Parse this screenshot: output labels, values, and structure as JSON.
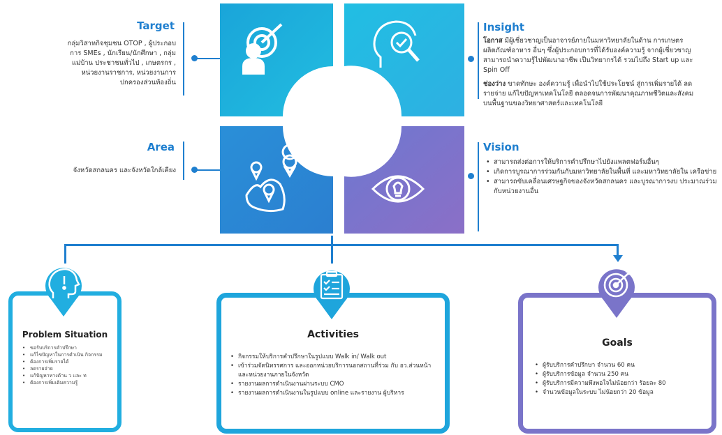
{
  "target": {
    "title": "Target",
    "lines": [
      "กลุ่มวิสาหกิจชุมชน OTOP , ผู้ประกอบ",
      "การ SMEs , นักเรียน/นักศึกษา , กลุ่ม",
      "แม่บ้าน ประชาชนทั่วไป , เกษตรกร ,",
      "หน่วยงานราชการ, หน่วยงานการ",
      "ปกครองส่วนท้องถิ่น"
    ]
  },
  "area": {
    "title": "Area",
    "text": "จังหวัดสกลนคร และจังหวัดใกล้เคียง"
  },
  "insight": {
    "title": "Insight",
    "opportunity_label": "โอกาส",
    "opportunity_lines": [
      " มีผู้เชี่ยวชาญเป็นอาจารย์ภายในมหาวิทยาลัยในด้าน การเกษตร",
      "ผลิตภัณฑ์อาหาร อื่นๆ ซึ่งผู้ประกอบการที่ได้รับองค์ความรู้ จากผู้เชี่ยวชาญ",
      "สามารถนำความรู้ไปพัฒนาอาชีพ  เป็นวิทยากรได้ รวมไปถึง Start up และ",
      "Spin Off"
    ],
    "gap_label": "ช่องว่าง",
    "gap_lines": [
      " ขาดทักษะ องค์ความรู้ เพื่อนำไปใช้ประโยชน์ สู่การเพิ่มรายได้ ลด",
      "รายจ่าย แก้ไขปัญหาเทคโนโลยี ตลอดจนการพัฒนาคุณภาพชีวิตและสังคม",
      "บนพื้นฐานของวิทยาศาสตร์และเทคโนโลยี"
    ]
  },
  "vision": {
    "title": "Vision",
    "items": [
      "สามารถส่งต่อการให้บริการคำปรึกษาไปยังแพลตฟอร์มอื่นๆ",
      "เกิดการบูรณาการร่วมกันกับมหาวิทยาลัยในพื้นที่ และมหาวิทยาลัยใน เครือข่าย",
      "สามารถขับเคลื่อนเศรษฐกิจของจังหวัดสกลนคร และบูรณาการงบ ประมาณร่วมกับหน่วยงานอื่น"
    ]
  },
  "problem": {
    "title": "Problem Situation",
    "items": [
      "ขอรับบริการคำปรึกษา",
      "แก้ไขปัญหาในการดำเนิน กิจกรรม",
      "ต้องการเพิ่มรายได้",
      "ลดรายจ่าย",
      "แก้ปัญหาทางด้าน ว และ ท",
      "ต้องการเพิ่มเติมความรู้"
    ]
  },
  "activities": {
    "title": "Activities",
    "items": [
      "กิจกรรมให้บริการคำปรึกษาในรูปแบบ Walk in/ Walk out",
      "เข้าร่วมจัดนิทรรศการ และออกหน่วยบริการนอกสถานที่ร่วม กับ อว.ส่วนหน้า และหน่วยงานภายในจังหวัด",
      "รายงานผลการดำเนินงานผ่านระบบ CMO",
      "รายงานผลการดำเนินงานในรูปแบบ online และรายงาน ผู้บริหาร"
    ]
  },
  "goals": {
    "title": "Goals",
    "items": [
      "ผู้รับบริการคำปรึกษา จำนวน 60 คน",
      "ผู้รับบริการข้อมูล จำนวน 250 คน",
      "ผู้รับบริการมีความพึงพอใจไม่น้อยกว่า ร้อยละ 80",
      "จำนวนข้อมูลในระบบ ไม่น้อยกว่า 20 ข้อมูล"
    ]
  },
  "colors": {
    "blue": "#1f7fcf",
    "cyan": "#2fb8e0",
    "purple": "#7a6cc4"
  },
  "icons": [
    "target-audience-icon",
    "head-magnifier-icon",
    "map-pins-icon",
    "lightbulb-eye-icon",
    "head-alert-icon",
    "clipboard-checklist-icon",
    "bullseye-icon"
  ]
}
